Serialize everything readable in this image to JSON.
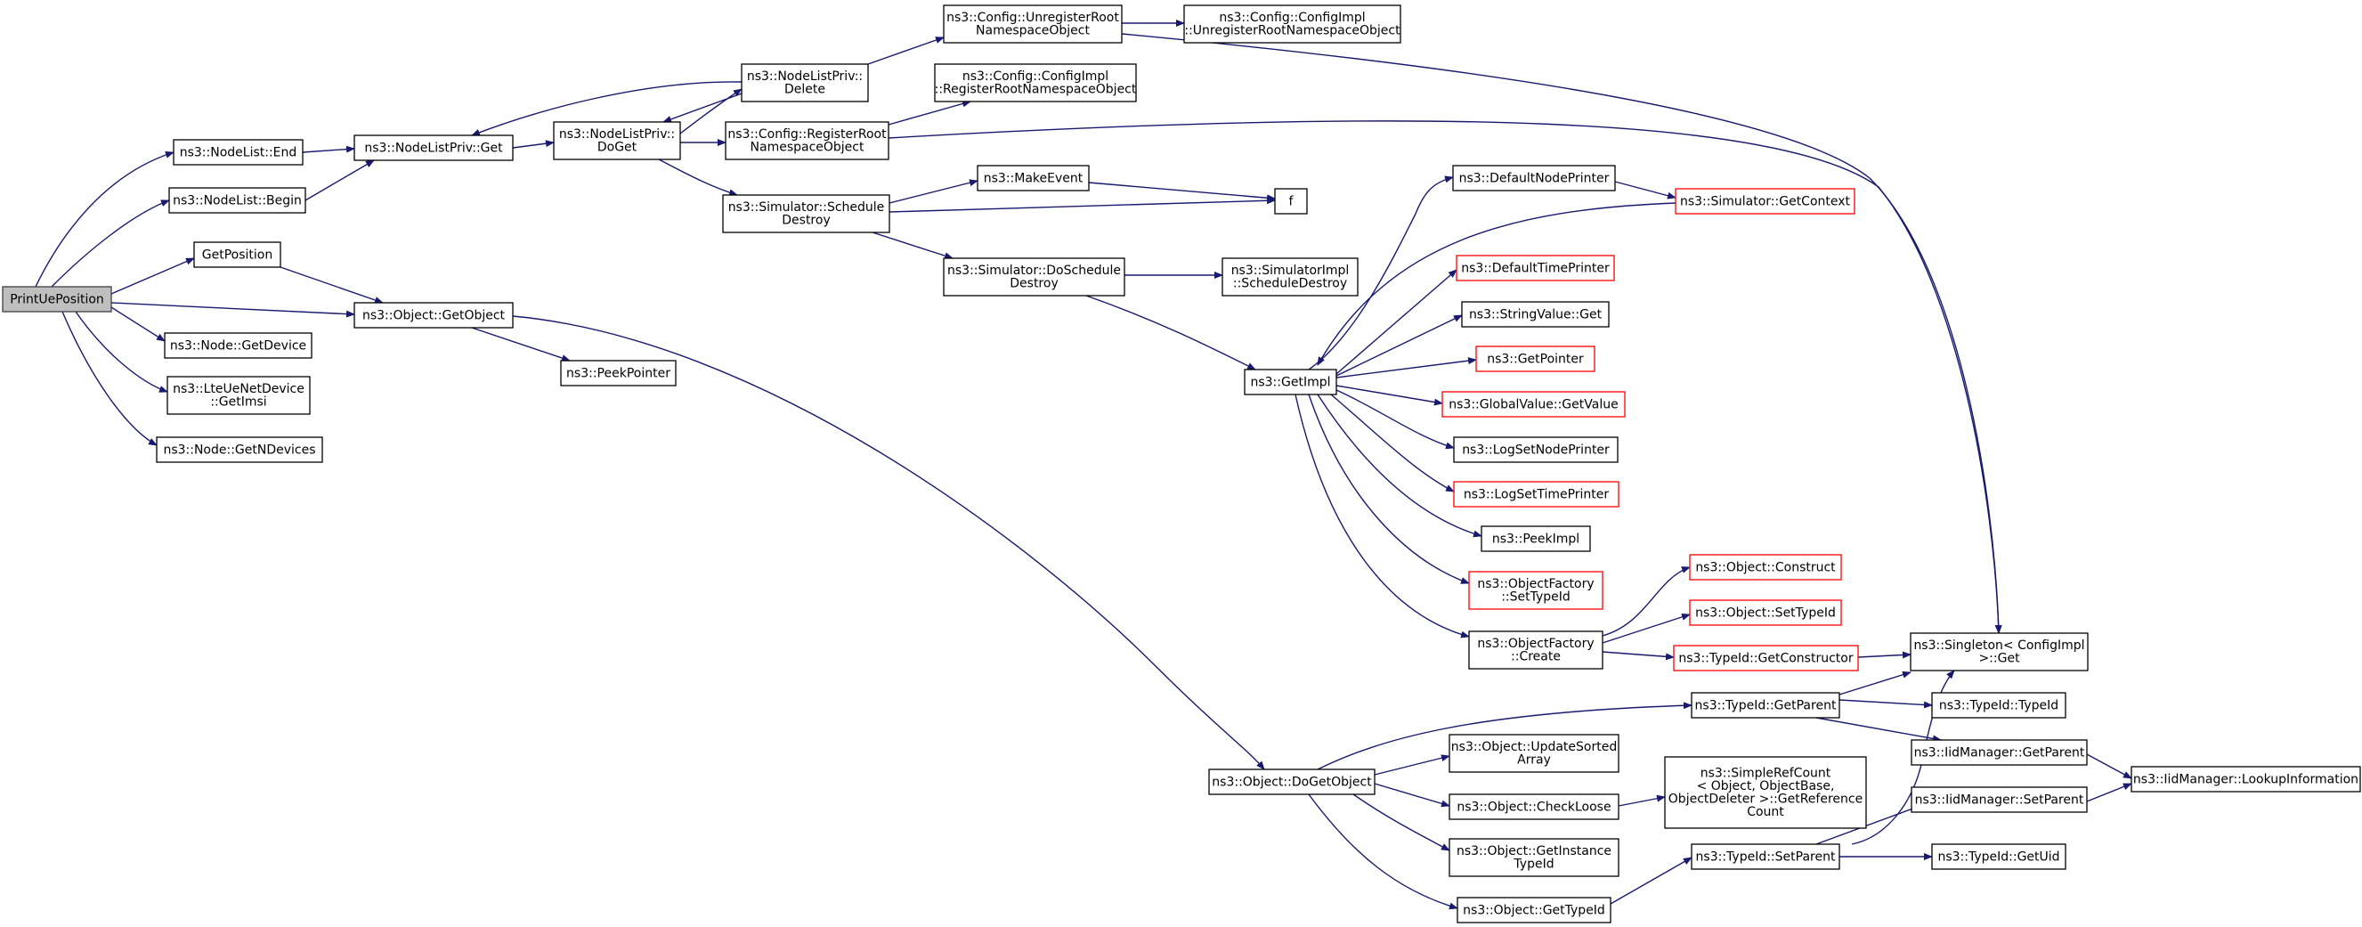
{
  "graph": {
    "nodes": [
      {
        "id": "root",
        "lines": [
          "PrintUePosition"
        ],
        "root": true
      },
      {
        "id": "nlEnd",
        "lines": [
          "ns3::NodeList::End"
        ]
      },
      {
        "id": "nlBegin",
        "lines": [
          "ns3::NodeList::Begin"
        ]
      },
      {
        "id": "getPos",
        "lines": [
          "GetPosition"
        ]
      },
      {
        "id": "objGet",
        "lines": [
          "ns3::Object::GetObject"
        ]
      },
      {
        "id": "nodeGetDev",
        "lines": [
          "ns3::Node::GetDevice"
        ]
      },
      {
        "id": "lteImsi",
        "lines": [
          "ns3::LteUeNetDevice",
          "::GetImsi"
        ]
      },
      {
        "id": "nodeGetN",
        "lines": [
          "ns3::Node::GetNDevices"
        ]
      },
      {
        "id": "nlpGet",
        "lines": [
          "ns3::NodeListPriv::Get"
        ]
      },
      {
        "id": "nlpDoGet",
        "lines": [
          "ns3::NodeListPriv::",
          "DoGet"
        ]
      },
      {
        "id": "nlpDelete",
        "lines": [
          "ns3::NodeListPriv::",
          "Delete"
        ]
      },
      {
        "id": "cfgUnreg",
        "lines": [
          "ns3::Config::UnregisterRoot",
          "NamespaceObject"
        ]
      },
      {
        "id": "cfgImplUnreg",
        "lines": [
          "ns3::Config::ConfigImpl",
          "::UnregisterRootNamespaceObject"
        ]
      },
      {
        "id": "cfgImplReg",
        "lines": [
          "ns3::Config::ConfigImpl",
          "::RegisterRootNamespaceObject"
        ]
      },
      {
        "id": "cfgReg",
        "lines": [
          "ns3::Config::RegisterRoot",
          "NamespaceObject"
        ]
      },
      {
        "id": "simSchedDestroy",
        "lines": [
          "ns3::Simulator::Schedule",
          "Destroy"
        ]
      },
      {
        "id": "makeEvent",
        "lines": [
          "ns3::MakeEvent"
        ]
      },
      {
        "id": "f",
        "lines": [
          "f"
        ]
      },
      {
        "id": "simDoSched",
        "lines": [
          "ns3::Simulator::DoSchedule",
          "Destroy"
        ]
      },
      {
        "id": "simImplSched",
        "lines": [
          "ns3::SimulatorImpl",
          "::ScheduleDestroy"
        ]
      },
      {
        "id": "peekPtr",
        "lines": [
          "ns3::PeekPointer"
        ]
      },
      {
        "id": "getImpl",
        "lines": [
          "ns3::GetImpl"
        ]
      },
      {
        "id": "defNodePrinter",
        "lines": [
          "ns3::DefaultNodePrinter"
        ]
      },
      {
        "id": "simGetCtx",
        "lines": [
          "ns3::Simulator::GetContext"
        ],
        "truncated": true
      },
      {
        "id": "defTimePrinter",
        "lines": [
          "ns3::DefaultTimePrinter"
        ],
        "truncated": true
      },
      {
        "id": "strValGet",
        "lines": [
          "ns3::StringValue::Get"
        ]
      },
      {
        "id": "getPointer",
        "lines": [
          "ns3::GetPointer"
        ],
        "truncated": true
      },
      {
        "id": "gvGetValue",
        "lines": [
          "ns3::GlobalValue::GetValue"
        ],
        "truncated": true
      },
      {
        "id": "logSetNode",
        "lines": [
          "ns3::LogSetNodePrinter"
        ]
      },
      {
        "id": "logSetTime",
        "lines": [
          "ns3::LogSetTimePrinter"
        ],
        "truncated": true
      },
      {
        "id": "peekImpl",
        "lines": [
          "ns3::PeekImpl"
        ]
      },
      {
        "id": "ofSetTypeId",
        "lines": [
          "ns3::ObjectFactory",
          "::SetTypeId"
        ],
        "truncated": true
      },
      {
        "id": "ofCreate",
        "lines": [
          "ns3::ObjectFactory",
          "::Create"
        ]
      },
      {
        "id": "objConstruct",
        "lines": [
          "ns3::Object::Construct"
        ],
        "truncated": true
      },
      {
        "id": "objSetTypeId",
        "lines": [
          "ns3::Object::SetTypeId"
        ],
        "truncated": true
      },
      {
        "id": "tidGetCtor",
        "lines": [
          "ns3::TypeId::GetConstructor"
        ],
        "truncated": true
      },
      {
        "id": "singleton",
        "lines": [
          "ns3::Singleton< ConfigImpl",
          " >::Get"
        ]
      },
      {
        "id": "tidGetParent",
        "lines": [
          "ns3::TypeId::GetParent"
        ]
      },
      {
        "id": "tidTypeId",
        "lines": [
          "ns3::TypeId::TypeId"
        ]
      },
      {
        "id": "iidGetParent",
        "lines": [
          "ns3::IidManager::GetParent"
        ]
      },
      {
        "id": "iidLookup",
        "lines": [
          "ns3::IidManager::LookupInformation"
        ]
      },
      {
        "id": "objDoGet",
        "lines": [
          "ns3::Object::DoGetObject"
        ]
      },
      {
        "id": "objUpdSorted",
        "lines": [
          "ns3::Object::UpdateSorted",
          "Array"
        ]
      },
      {
        "id": "objCheckLoose",
        "lines": [
          "ns3::Object::CheckLoose"
        ]
      },
      {
        "id": "simpleRef",
        "lines": [
          "ns3::SimpleRefCount",
          "< Object, ObjectBase,",
          " ObjectDeleter >::GetReference",
          "Count"
        ]
      },
      {
        "id": "objGetInst",
        "lines": [
          "ns3::Object::GetInstance",
          "TypeId"
        ]
      },
      {
        "id": "iidSetParent",
        "lines": [
          "ns3::IidManager::SetParent"
        ]
      },
      {
        "id": "tidSetParent",
        "lines": [
          "ns3::TypeId::SetParent"
        ]
      },
      {
        "id": "tidGetUid",
        "lines": [
          "ns3::TypeId::GetUid"
        ]
      },
      {
        "id": "objGetTid",
        "lines": [
          "ns3::Object::GetTypeId"
        ]
      }
    ]
  }
}
